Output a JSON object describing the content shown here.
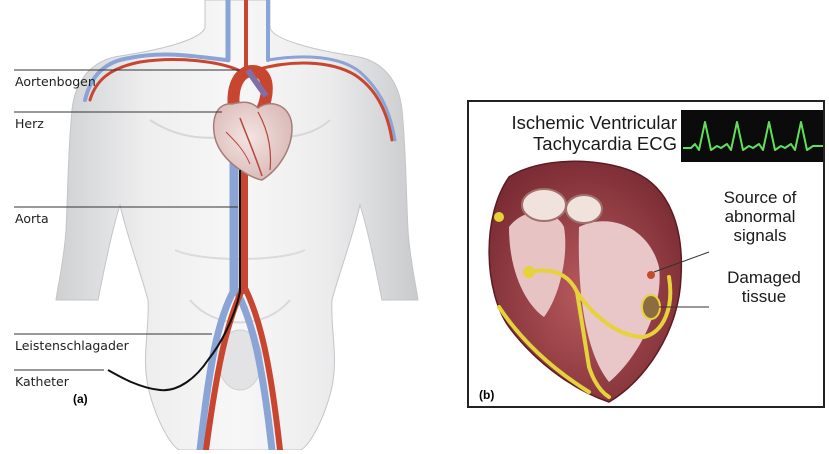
{
  "panel_a": {
    "tag": "(a)",
    "labels": {
      "aortic_arch": "Aortenbogen",
      "heart": "Herz",
      "aorta": "Aorta",
      "femoral_artery": "Leistenschlagader",
      "catheter": "Katheter"
    }
  },
  "panel_b": {
    "tag": "(b)",
    "title_line1": "Ischemic Ventricular",
    "title_line2": "Tachycardia ECG",
    "source_line1": "Source of",
    "source_line2": "abnormal",
    "source_line3": "signals",
    "damaged_line1": "Damaged",
    "damaged_line2": "tissue"
  },
  "colors": {
    "artery": "#c8452f",
    "vein": "#8aa4d6",
    "conduction": "#e6d23a",
    "ecg_trace": "#5fe05a",
    "ecg_bg": "#0b0b0b"
  }
}
